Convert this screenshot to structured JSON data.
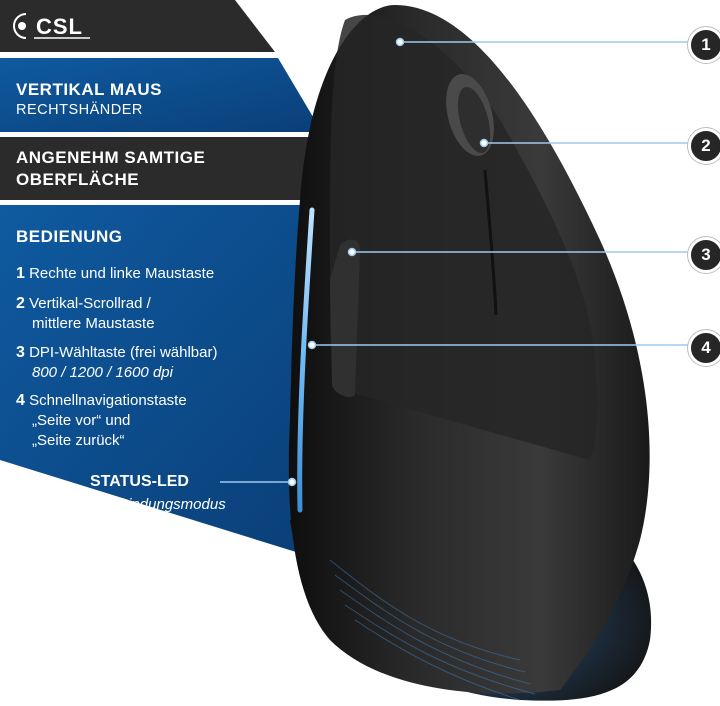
{
  "brand": {
    "logo_text": "CSL"
  },
  "banner_1": {
    "title": "VERTIKAL MAUS",
    "subtitle": "RECHTSHÄNDER"
  },
  "banner_2": {
    "line1": "ANGENEHM SAMTIGE",
    "line2": "OBERFLÄCHE"
  },
  "operation": {
    "title": "BEDIENUNG",
    "items": [
      {
        "num": "1",
        "lines": [
          "Rechte und linke Maustaste"
        ]
      },
      {
        "num": "2",
        "lines": [
          "Vertikal-Scrollrad /",
          "mittlere Maustaste"
        ]
      },
      {
        "num": "3",
        "lines": [
          "DPI-Wähltaste (frei wählbar)"
        ],
        "note": "800 / 1200 / 1600 dpi"
      },
      {
        "num": "4",
        "lines": [
          "Schnellnavigationstaste",
          "„Seite vor“ und",
          "„Seite zurück“"
        ]
      }
    ]
  },
  "status_led": {
    "title": "STATUS-LED",
    "subtitle": "Verbindungsmodus"
  },
  "callouts": [
    "1",
    "2",
    "3",
    "4"
  ],
  "colors": {
    "dark_panel": "#2b2b2b",
    "blue_panel": "#0d4d8c",
    "accent_blue": "#4aa3e6",
    "mouse_body": "#1c1c1c"
  },
  "icons": [
    "csl-logo-icon",
    "callout-line-icon",
    "status-led-icon"
  ]
}
